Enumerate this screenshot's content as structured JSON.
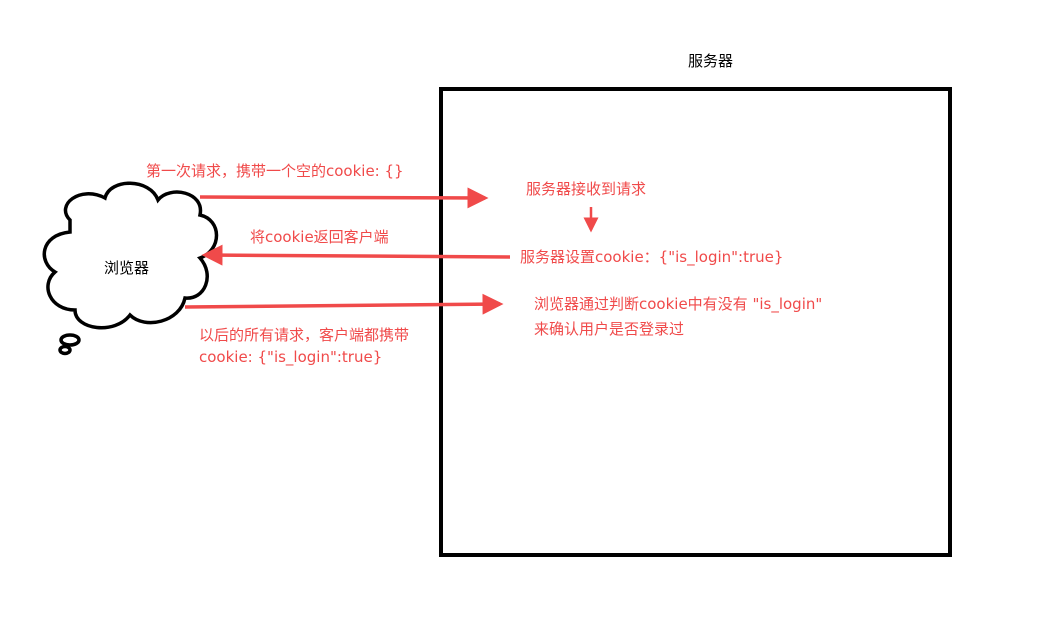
{
  "colors": {
    "accent": "#f04a4a",
    "outline": "#000000",
    "background": "#ffffff"
  },
  "server": {
    "title": "服务器"
  },
  "browser": {
    "label": "浏览器"
  },
  "steps": {
    "first_request": "第一次请求，携带一个空的cookie: {}",
    "server_receives": "服务器接收到请求",
    "server_sets_cookie": "服务器设置cookie：{\"is_login\":true}",
    "return_cookie": "将cookie返回客户端",
    "later_requests_line1": "以后的所有请求，客户端都携带",
    "later_requests_line2": "cookie: {\"is_login\":true}",
    "server_checks_line1": "浏览器通过判断cookie中有没有 \"is_login\"",
    "server_checks_line2": "来确认用户是否登录过"
  }
}
